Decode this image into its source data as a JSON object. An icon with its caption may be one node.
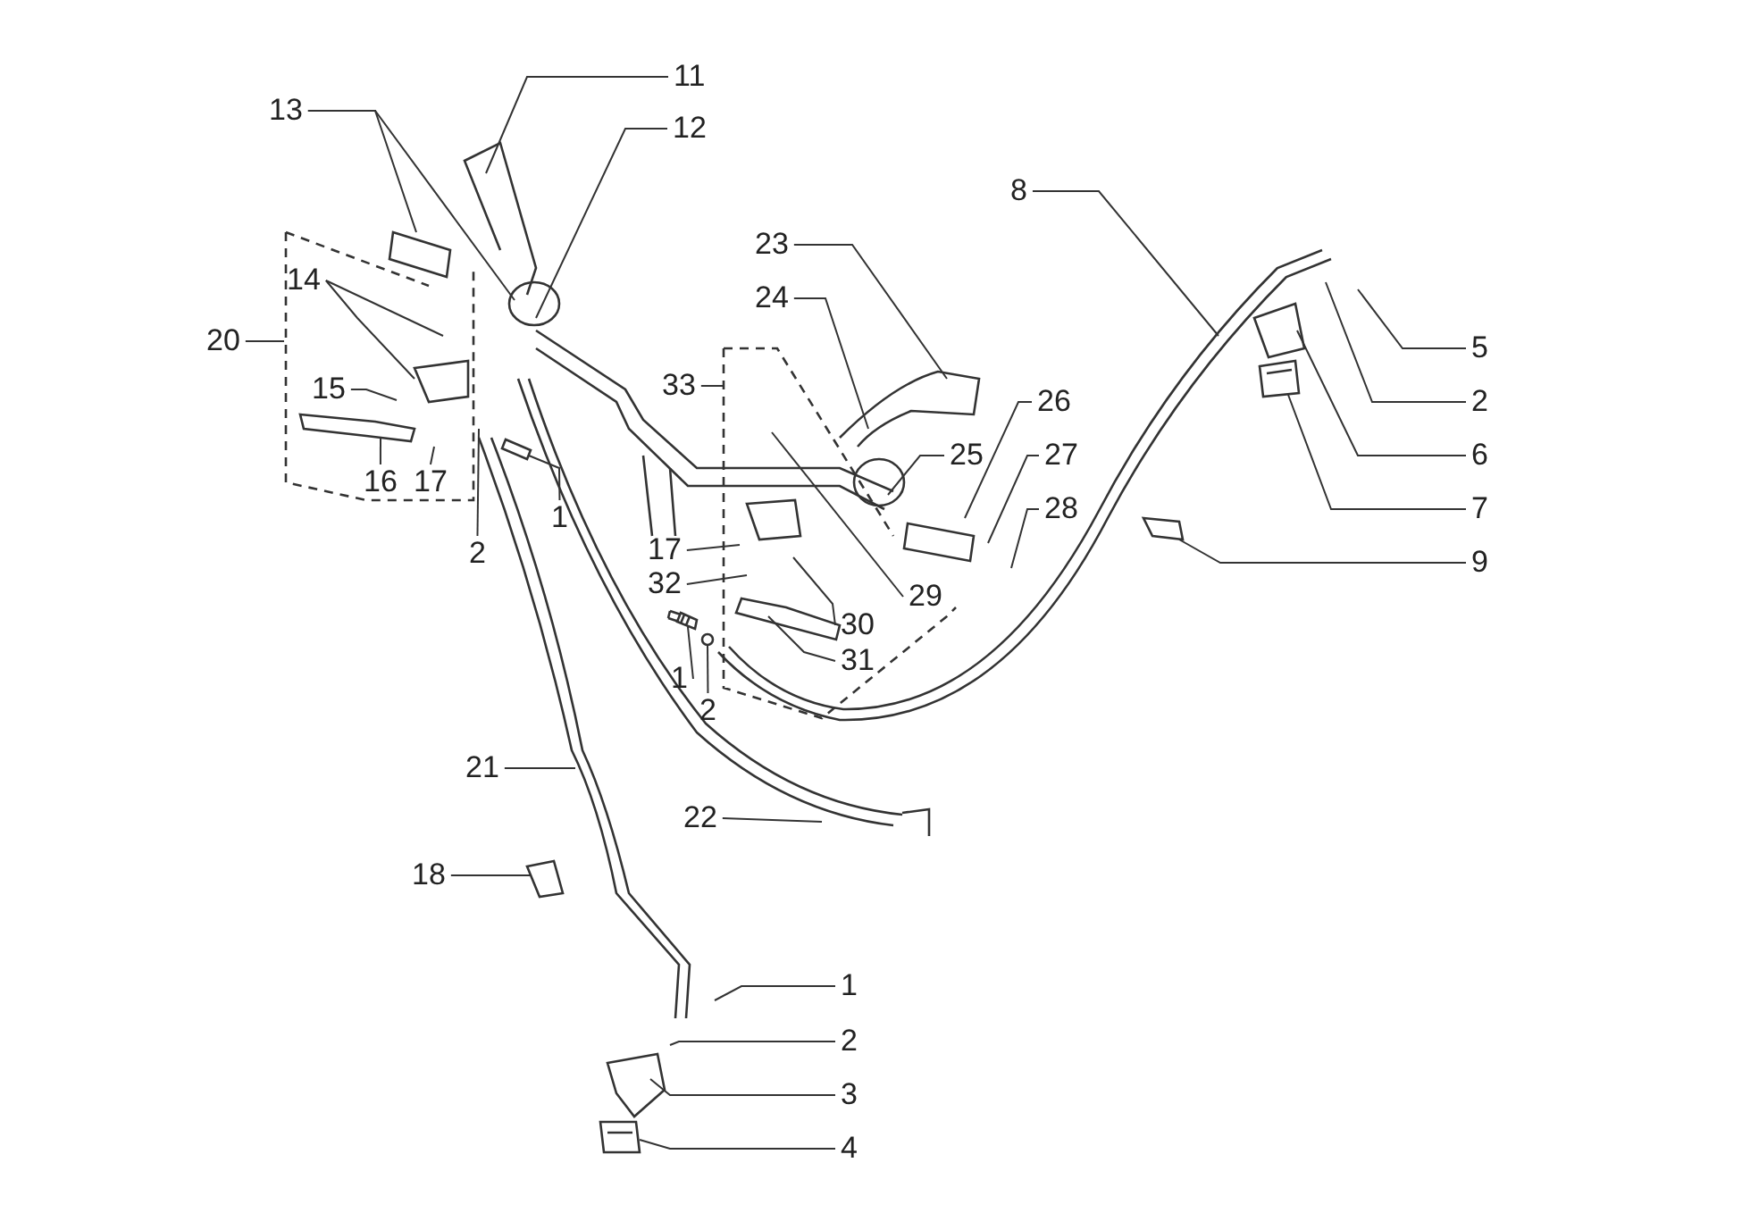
{
  "diagram": {
    "nodes": [
      {
        "text": [
          "11"
        ]
      },
      {
        "text": [
          "13"
        ]
      },
      {
        "text": [
          "12"
        ]
      },
      {
        "text": [
          "8"
        ]
      },
      {
        "text": [
          "23"
        ]
      },
      {
        "text": [
          "14"
        ]
      },
      {
        "text": [
          "24"
        ]
      },
      {
        "text": [
          "20"
        ]
      },
      {
        "text": [
          "5"
        ]
      },
      {
        "text": [
          "15"
        ]
      },
      {
        "text": [
          "33"
        ]
      },
      {
        "text": [
          "2"
        ]
      },
      {
        "text": [
          "26"
        ]
      },
      {
        "text": [
          "25"
        ]
      },
      {
        "text": [
          "6"
        ]
      },
      {
        "text": [
          "27"
        ]
      },
      {
        "text": [
          "1"
        ]
      },
      {
        "text": [
          "16"
        ]
      },
      {
        "text": [
          "17"
        ]
      },
      {
        "text": [
          "7"
        ]
      },
      {
        "text": [
          "28"
        ]
      },
      {
        "text": [
          "2"
        ]
      },
      {
        "text": [
          "17"
        ]
      },
      {
        "text": [
          "9"
        ]
      },
      {
        "text": [
          "32"
        ]
      },
      {
        "text": [
          "29"
        ]
      },
      {
        "text": [
          "30"
        ]
      },
      {
        "text": [
          "1"
        ]
      },
      {
        "text": [
          "2"
        ]
      },
      {
        "text": [
          "31"
        ]
      },
      {
        "text": [
          "21"
        ]
      },
      {
        "text": [
          "22"
        ]
      },
      {
        "text": [
          "18"
        ]
      },
      {
        "text": [
          "1"
        ]
      },
      {
        "text": [
          "2"
        ]
      },
      {
        "text": [
          "3"
        ]
      },
      {
        "text": [
          "4"
        ]
      },
      {
        "text": [],
        "shape": "picture"
      },
      {
        "text": [],
        "shape": "picture"
      },
      {
        "text": [],
        "shape": "picture"
      },
      {
        "text": [],
        "shape": "picture"
      },
      {
        "text": [],
        "shape": "picture"
      },
      {
        "text": [],
        "shape": "picture"
      },
      {
        "text": [],
        "shape": "picture"
      }
    ],
    "edges": [
      {
        "from": 0,
        "to": null,
        "arrow": "none"
      },
      {
        "from": 1,
        "to": null,
        "arrow": "none"
      },
      {
        "from": 1,
        "to": null,
        "arrow": "none"
      },
      {
        "from": 2,
        "to": null,
        "arrow": "none"
      },
      {
        "from": 3,
        "to": null,
        "arrow": "none"
      },
      {
        "from": 4,
        "to": null,
        "arrow": "none"
      },
      {
        "from": 5,
        "to": null,
        "arrow": "none"
      },
      {
        "from": 5,
        "to": null,
        "arrow": "none"
      },
      {
        "from": 6,
        "to": null,
        "arrow": "none"
      },
      {
        "from": 7,
        "to": null,
        "arrow": "none"
      },
      {
        "from": 8,
        "to": null,
        "arrow": "none"
      },
      {
        "from": 9,
        "to": null,
        "arrow": "none"
      },
      {
        "from": 10,
        "to": null,
        "arrow": "none"
      },
      {
        "from": 11,
        "to": null,
        "arrow": "none"
      },
      {
        "from": 12,
        "to": null,
        "arrow": "none"
      },
      {
        "from": 13,
        "to": null,
        "arrow": "none"
      },
      {
        "from": 14,
        "to": null,
        "arrow": "none"
      },
      {
        "from": 15,
        "to": null,
        "arrow": "none"
      },
      {
        "from": 16,
        "to": 38,
        "arrow": "none"
      },
      {
        "from": 17,
        "to": null,
        "arrow": "none"
      },
      {
        "from": 18,
        "to": null,
        "arrow": "none"
      },
      {
        "from": 19,
        "to": 37,
        "arrow": "none"
      },
      {
        "from": 20,
        "to": null,
        "arrow": "none"
      },
      {
        "from": 21,
        "to": null,
        "arrow": "none"
      },
      {
        "from": 22,
        "to": null,
        "arrow": "none"
      },
      {
        "from": 23,
        "to": 39,
        "arrow": "none"
      },
      {
        "from": 24,
        "to": null,
        "arrow": "none"
      },
      {
        "from": 25,
        "to": null,
        "arrow": "none"
      },
      {
        "from": 26,
        "to": null,
        "arrow": "none"
      },
      {
        "from": 27,
        "to": 42,
        "arrow": "none"
      },
      {
        "from": 28,
        "to": 43,
        "arrow": "none"
      },
      {
        "from": 29,
        "to": null,
        "arrow": "none"
      },
      {
        "from": 30,
        "to": null,
        "arrow": "none"
      },
      {
        "from": 31,
        "to": null,
        "arrow": "none"
      },
      {
        "from": 32,
        "to": 40,
        "arrow": "none"
      },
      {
        "from": 33,
        "to": null,
        "arrow": "none"
      },
      {
        "from": 34,
        "to": null,
        "arrow": "none"
      },
      {
        "from": 35,
        "to": null,
        "arrow": "none"
      },
      {
        "from": 36,
        "to": 41,
        "arrow": "none"
      }
    ]
  }
}
